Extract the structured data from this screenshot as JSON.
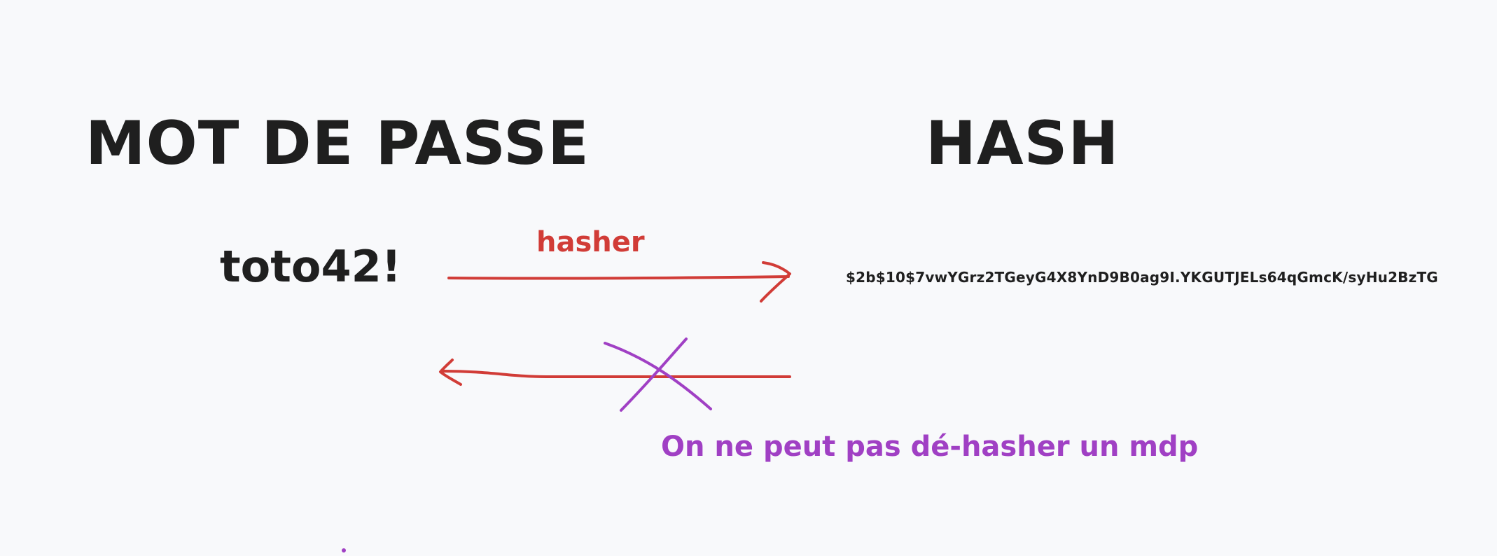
{
  "diagram": {
    "title_left": "MOT DE PASSE",
    "title_right": "HASH",
    "password": "toto42!",
    "hash": "$2b$10$7vwYGrz2TGeyG4X8YnD9B0ag9I.YKGUTJELs64qGmcK/syHu2BzTG",
    "arrow_label": "hasher",
    "note": "On ne peut pas dé-hasher un mdp"
  },
  "colors": {
    "background": "#f8f9fb",
    "text": "#1f1f1f",
    "arrow": "#d13c37",
    "strike": "#a040c4"
  },
  "icons": {
    "forward_arrow": "arrow-right-icon",
    "backward_arrow": "arrow-left-icon",
    "cross": "cross-icon"
  }
}
